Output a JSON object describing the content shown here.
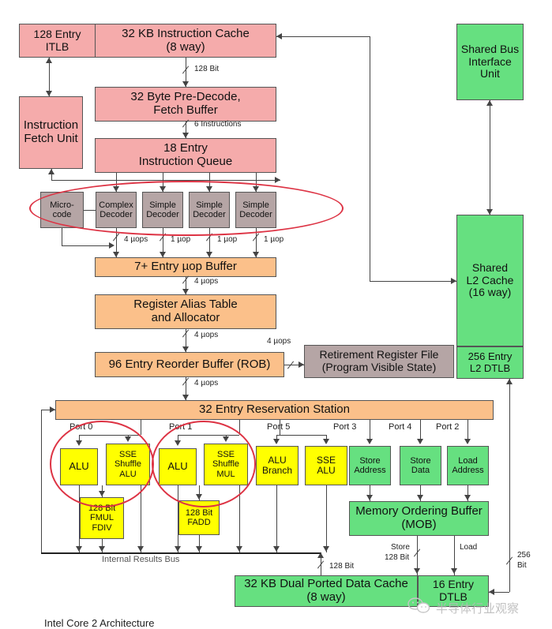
{
  "title": "Intel Core 2 Architecture",
  "caption": "Intel Core 2 Architecture",
  "colors": {
    "frontend_pink": "#f5abab",
    "decoder_gray": "#b5a5a5",
    "ooo_orange": "#fbc08a",
    "exec_yellow": "#ffff00",
    "memory_green": "#66e080",
    "highlight_red": "#dd3344"
  },
  "blocks": {
    "itlb": {
      "line1": "128 Entry",
      "line2": "ITLB"
    },
    "icache": {
      "line1": "32 KB Instruction Cache",
      "line2": "(8 way)"
    },
    "ifu": {
      "line1": "Instruction",
      "line2": "Fetch Unit"
    },
    "predecode": {
      "line1": "32 Byte Pre-Decode,",
      "line2": "Fetch Buffer"
    },
    "iqueue": {
      "line1": "18 Entry",
      "line2": "Instruction Queue"
    },
    "microcode": {
      "line1": "Micro-",
      "line2": "code"
    },
    "complex_decoder": {
      "line1": "Complex",
      "line2": "Decoder"
    },
    "simple_decoder_1": {
      "line1": "Simple",
      "line2": "Decoder"
    },
    "simple_decoder_2": {
      "line1": "Simple",
      "line2": "Decoder"
    },
    "simple_decoder_3": {
      "line1": "Simple",
      "line2": "Decoder"
    },
    "uop_buffer": {
      "line1": "7+ Entry µop Buffer"
    },
    "rat": {
      "line1": "Register Alias Table",
      "line2": "and Allocator"
    },
    "rob": {
      "line1": "96 Entry Reorder Buffer (ROB)"
    },
    "rrf": {
      "line1": "Retirement Register File",
      "line2": "(Program Visible State)"
    },
    "rs": {
      "line1": "32 Entry Reservation Station"
    },
    "alu0": {
      "line1": "ALU"
    },
    "sse_shuffle_alu": {
      "line1": "SSE",
      "line2": "Shuffle",
      "line3": "ALU"
    },
    "fmul_fdiv": {
      "line1": "128 Bit",
      "line2": "FMUL",
      "line3": "FDIV"
    },
    "alu1": {
      "line1": "ALU"
    },
    "sse_shuffle_mul": {
      "line1": "SSE",
      "line2": "Shuffle",
      "line3": "MUL"
    },
    "fadd": {
      "line1": "128 Bit",
      "line2": "FADD"
    },
    "alu_branch": {
      "line1": "ALU",
      "line2": "Branch"
    },
    "sse_alu": {
      "line1": "SSE",
      "line2": "ALU"
    },
    "store_address": {
      "line1": "Store",
      "line2": "Address"
    },
    "store_data": {
      "line1": "Store",
      "line2": "Data"
    },
    "load_address": {
      "line1": "Load",
      "line2": "Address"
    },
    "mob": {
      "line1": "Memory Ordering Buffer",
      "line2": "(MOB)"
    },
    "dcache": {
      "line1": "32 KB Dual Ported Data Cache",
      "line2": "(8 way)"
    },
    "dtlb": {
      "line1": "16 Entry",
      "line2": "DTLB"
    },
    "sbiu": {
      "line1": "Shared Bus",
      "line2": "Interface",
      "line3": "Unit"
    },
    "l2cache": {
      "line1": "Shared",
      "line2": "L2 Cache",
      "line3": "(16 way)"
    },
    "l2dtlb": {
      "line1": "256 Entry",
      "line2": "L2 DTLB"
    }
  },
  "edge_labels": {
    "icache_to_predecode": "128 Bit",
    "predecode_to_queue": "6 Instructions",
    "complex_uops": "4 µops",
    "simple1_uop": "1 µop",
    "simple2_uop": "1 µop",
    "simple3_uop": "1 µop",
    "uopbuf_to_rat": "4 µops",
    "rat_to_rob": "4 µops",
    "rob_to_rrf": "4 µops",
    "rob_to_rs": "4 µops",
    "results_bus": "Internal Results Bus",
    "dcache_width": "128 Bit",
    "store_label": "Store",
    "store_width": "128 Bit",
    "load_label": "Load",
    "l2_width_line1": "256",
    "l2_width_line2": "Bit"
  },
  "ports": {
    "port0": "Port 0",
    "port1": "Port 1",
    "port5": "Port 5",
    "port3": "Port 3",
    "port4": "Port 4",
    "port2": "Port 2"
  },
  "watermark": {
    "text": "半导体行业观察",
    "icon": "wechat-icon"
  }
}
